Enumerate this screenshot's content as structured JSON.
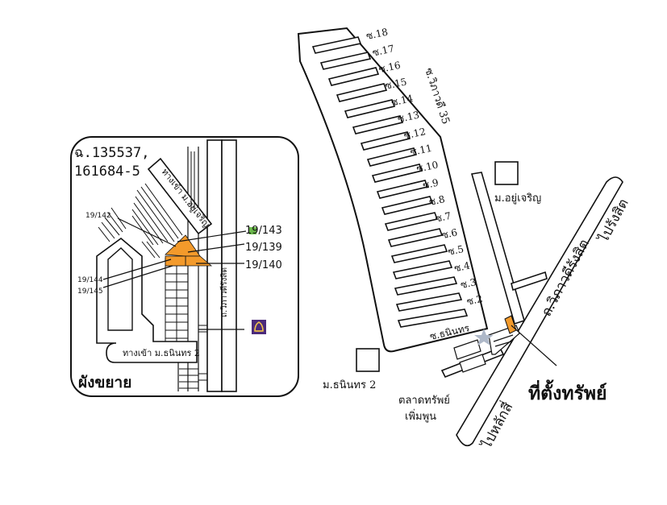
{
  "inset": {
    "deed_numbers": [
      "ฉ.135537,",
      "161684-5"
    ],
    "entrance_road_top": "ทางเข้า ม.อยู่เจริญ",
    "entrance_road_bottom": "ทางเข้า ม.ธนินทร 2",
    "main_road": "ถ.วิภาวดีรังสิต",
    "parcels": [
      "19/142",
      "19/143",
      "19/139",
      "19/140",
      "19/144",
      "19/145"
    ],
    "caption": "ผังขยาย",
    "bank_icon": "scb-bank-icon",
    "highlight_color": "#f39a2b"
  },
  "main_map": {
    "sois": [
      "ซ.18",
      "ซ.17",
      "ซ.16",
      "ซ.15",
      "ซ.14",
      "ซ.13",
      "ซ.12",
      "ซ.11",
      "ซ.10",
      "ซ.9",
      "ซ.8",
      "ซ.7",
      "ซ.6",
      "ซ.5",
      "ซ.4",
      "ซ.3",
      "ซ.2"
    ],
    "soi_vibhavadi": "ซ.วิภาวดี 35",
    "soi_thanin": "ซ.ธนินทร",
    "village_top": "ม.อยู่เจริญ",
    "village_bottom": "ม.ธนินทร 2",
    "market": [
      "ตลาดทรัพย์",
      "เพิ่มพูน"
    ],
    "main_road": "ถ.วิภาวดีรังสิต",
    "to_rangsit": "ไปรังสิต",
    "to_laksi": "ไปหลักสี่",
    "property_label": "ที่ตั้งทรัพย์",
    "highlight_color": "#f39a2b",
    "star_icon": "landmark-star-icon"
  }
}
